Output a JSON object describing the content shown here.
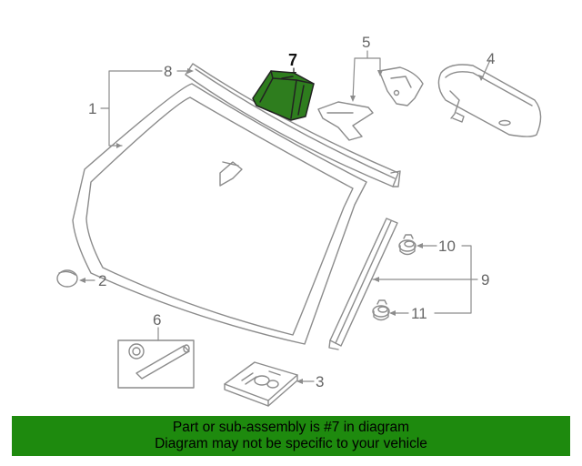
{
  "diagram": {
    "callouts": {
      "c1": "1",
      "c2": "2",
      "c3": "3",
      "c4": "4",
      "c5": "5",
      "c6": "6",
      "c7": "7",
      "c8": "8",
      "c9": "9",
      "c10": "10",
      "c11": "11"
    },
    "highlighted_part": "7",
    "highlight_color": "#2e7d1e"
  },
  "banner": {
    "line1": "Part or sub-assembly is #7 in diagram",
    "line2": "Diagram may not be specific to your vehicle",
    "color": "#1e8a0e"
  }
}
